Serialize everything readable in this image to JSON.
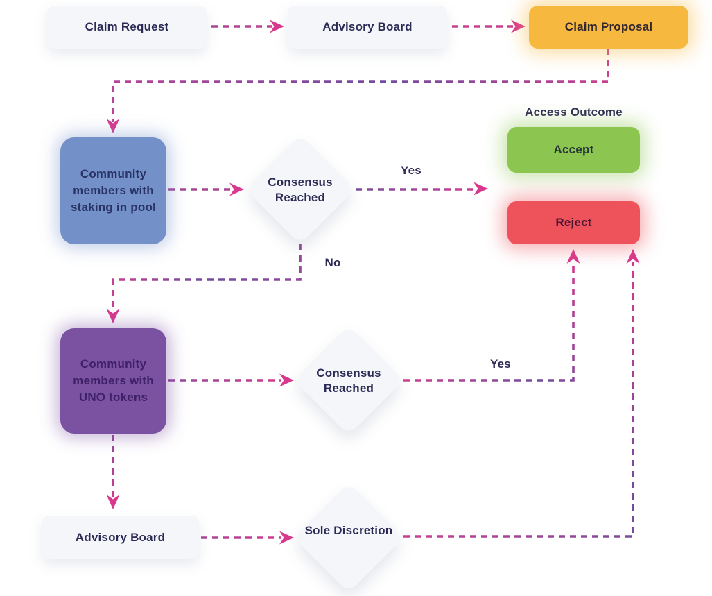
{
  "flowchart": {
    "title_note": "claim assessment flow",
    "nodes": {
      "claim_request": {
        "label": "Claim Request",
        "type": "process"
      },
      "advisory_board_top": {
        "label": "Advisory Board",
        "type": "process"
      },
      "claim_proposal": {
        "label": "Claim Proposal",
        "type": "process",
        "color": "#f7b83f"
      },
      "community_staking": {
        "label": "Community members with staking in pool",
        "type": "process",
        "color": "#7390c8"
      },
      "consensus_reached_1": {
        "label": "Consensus Reached",
        "type": "decision"
      },
      "accept": {
        "label": "Accept",
        "type": "outcome",
        "color": "#8cc550"
      },
      "reject": {
        "label": "Reject",
        "type": "outcome",
        "color": "#ee525b"
      },
      "community_uno": {
        "label": "Community members with UNO tokens",
        "type": "process",
        "color": "#7b51a1"
      },
      "consensus_reached_2": {
        "label": "Consensus Reached",
        "type": "decision"
      },
      "advisory_board_bottom": {
        "label": "Advisory Board",
        "type": "process"
      },
      "sole_discretion": {
        "label": "Sole Discretion",
        "type": "decision"
      }
    },
    "headings": {
      "access_outcome": "Access Outcome"
    },
    "edge_labels": {
      "yes_1": "Yes",
      "no_1": "No",
      "yes_2": "Yes"
    },
    "edges": [
      {
        "from": "claim_request",
        "to": "advisory_board_top",
        "label": ""
      },
      {
        "from": "advisory_board_top",
        "to": "claim_proposal",
        "label": ""
      },
      {
        "from": "claim_proposal",
        "to": "community_staking",
        "label": ""
      },
      {
        "from": "community_staking",
        "to": "consensus_reached_1",
        "label": ""
      },
      {
        "from": "consensus_reached_1",
        "to": "accept_reject_outcomes",
        "label": "Yes"
      },
      {
        "from": "consensus_reached_1",
        "to": "community_uno",
        "label": "No"
      },
      {
        "from": "community_uno",
        "to": "consensus_reached_2",
        "label": ""
      },
      {
        "from": "consensus_reached_2",
        "to": "reject",
        "label": "Yes"
      },
      {
        "from": "community_uno",
        "to": "advisory_board_bottom",
        "label": ""
      },
      {
        "from": "advisory_board_bottom",
        "to": "sole_discretion",
        "label": ""
      },
      {
        "from": "sole_discretion",
        "to": "reject",
        "label": ""
      }
    ],
    "colors": {
      "arrow_pink": "#d8388e",
      "arrow_purple": "#6f4c9e",
      "node_light_bg": "#f4f6fa",
      "text_navy": "#2d2a55",
      "orange": "#f7b83f",
      "green": "#8cc550",
      "red": "#ee525b",
      "blue": "#7390c8",
      "violet": "#7b51a1"
    }
  }
}
